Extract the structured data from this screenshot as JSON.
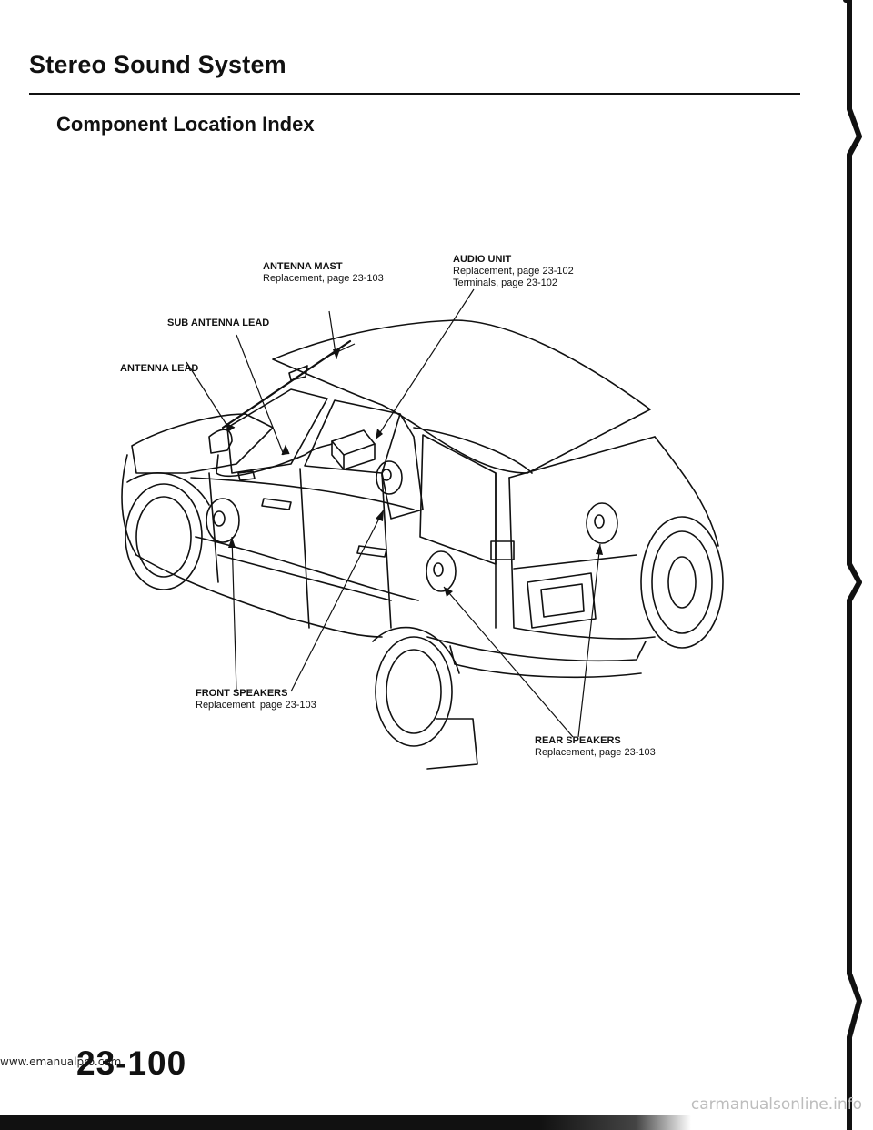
{
  "header": {
    "title": "Stereo Sound System",
    "subtitle": "Component Location Index"
  },
  "callouts": {
    "antenna_mast": {
      "label": "ANTENNA MAST",
      "ref": "Replacement, page 23-103"
    },
    "audio_unit": {
      "label": "AUDIO UNIT",
      "ref1": "Replacement, page 23-102",
      "ref2": "Terminals, page 23-102"
    },
    "sub_antenna_lead": {
      "label": "SUB ANTENNA LEAD"
    },
    "antenna_lead": {
      "label": "ANTENNA LEAD"
    },
    "front_speakers": {
      "label": "FRONT SPEAKERS",
      "ref": "Replacement, page 23-103"
    },
    "rear_speakers": {
      "label": "REAR SPEAKERS",
      "ref": "Replacement, page 23-103"
    }
  },
  "footer": {
    "page_number": "23-100",
    "url": "www.emanualpro.com",
    "watermark": "carmanualsonline.info"
  }
}
